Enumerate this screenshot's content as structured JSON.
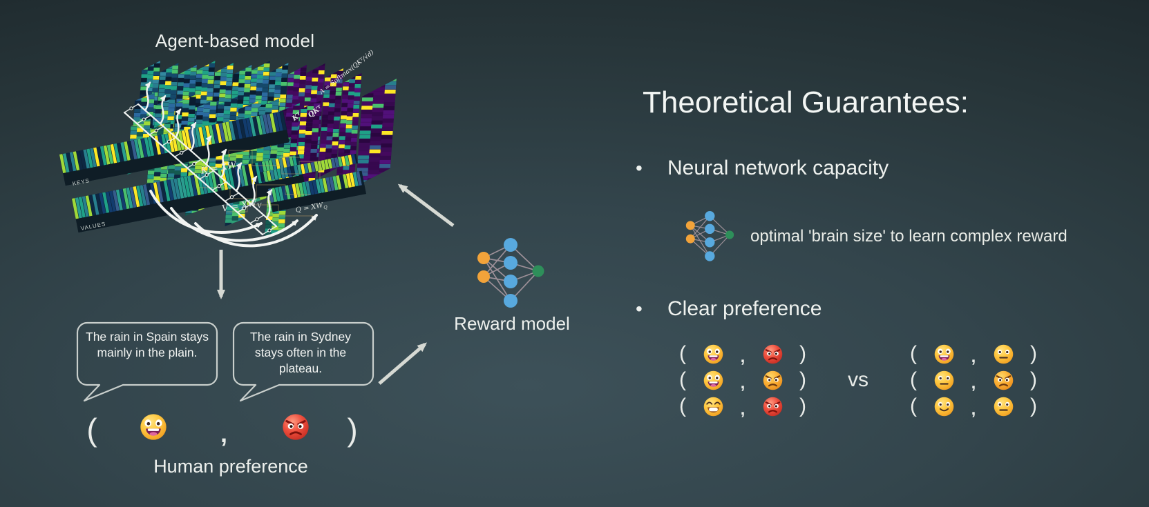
{
  "colors": {
    "text": "#eef1ee",
    "arrow": "#d6d9d3",
    "node_orange": "#f2a33a",
    "node_blue": "#58a9de",
    "node_green": "#2e8f5a",
    "edge": "#9d9098",
    "bubble_border": "#c9cfcc"
  },
  "punct": {
    "open": "(",
    "comma": ",",
    "close": ")"
  },
  "bullet_glyph": "•",
  "left_panel": {
    "title": "Agent-based model",
    "viz": {
      "keys_label": "KEYS",
      "values_label": "VALUES",
      "k_formula": {
        "base": "K = XW",
        "sub": "K"
      },
      "v_formula": {
        "base": "V = XW",
        "sub": "V"
      },
      "q_formula": {
        "base": "Q = XW",
        "sub": "Q"
      },
      "attention_formula": "A = Softmax(QKᵀ/√d)",
      "kt_label": "Kᵀ",
      "qkt_label": "QKᵀ"
    },
    "bubble1": "The rain in Spain stays mainly in the plain.",
    "bubble2": "The rain in Sydney stays often in the plateau.",
    "preference_pair": [
      "grinning",
      "angry-red"
    ],
    "human_preference_label": "Human preference",
    "reward_model_label": "Reward model"
  },
  "right_panel": {
    "heading": "Theoretical Guarantees:",
    "bullet1": {
      "label": "Neural network capacity",
      "detail": "optimal 'brain size' to learn complex reward"
    },
    "bullet2": {
      "label": "Clear preference",
      "vs_label": "vs",
      "left_rows": [
        [
          "grinning",
          "angry-red"
        ],
        [
          "grinning",
          "angry-orange"
        ],
        [
          "beaming",
          "angry-red"
        ]
      ],
      "right_rows": [
        [
          "grinning",
          "neutral"
        ],
        [
          "neutral",
          "angry-orange"
        ],
        [
          "slight-smile",
          "neutral"
        ]
      ]
    }
  }
}
